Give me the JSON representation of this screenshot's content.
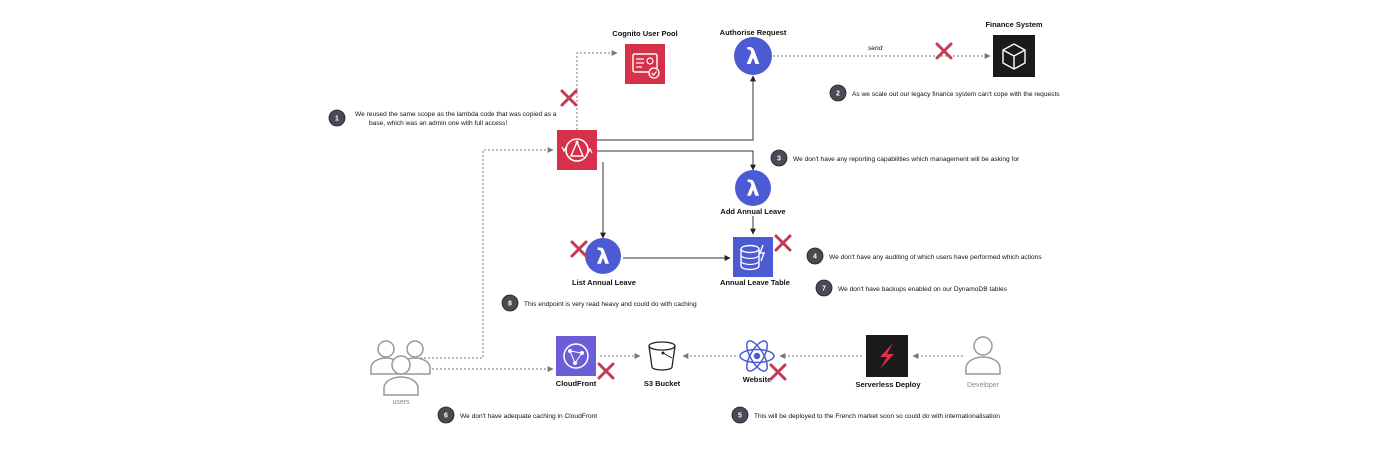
{
  "nodes": {
    "cognito": "Cognito User Pool",
    "authorise": "Authorise Request",
    "finance": "Finance System",
    "add_leave": "Add Annual Leave",
    "list_leave": "List Annual Leave",
    "table": "Annual Leave Table",
    "cloudfront": "CloudFront",
    "s3": "S3 Bucket",
    "website": "Website",
    "serverless": "Serverless Deploy",
    "developer": "Developer",
    "users": "users"
  },
  "edge_labels": {
    "send": "send"
  },
  "notes": [
    {
      "num": "1",
      "lines": [
        "We reused the same scope as the lambda code that was copied as a",
        "base, which was an admin one with full access!"
      ]
    },
    {
      "num": "2",
      "lines": [
        "As we scale out our legacy finance system can't cope with the requests"
      ]
    },
    {
      "num": "3",
      "lines": [
        "We don't have any reporting capabilities which management will be asking for"
      ]
    },
    {
      "num": "4",
      "lines": [
        "We don't have any auditing of which users have performed which actions"
      ]
    },
    {
      "num": "5",
      "lines": [
        "This will be deployed to the French market soon so could do with internationalisation"
      ]
    },
    {
      "num": "6",
      "lines": [
        "We don't have adequate caching in CloudFront"
      ]
    },
    {
      "num": "7",
      "lines": [
        "We don't have backups enabled on our DynamoDB tables"
      ]
    },
    {
      "num": "8",
      "lines": [
        "This endpoint is very read heavy and could do with caching"
      ]
    }
  ],
  "colors": {
    "apigw": "#d6304a",
    "lambda": "#4c5bd4",
    "dynamo": "#4c5bd4",
    "cloudfront": "#6a5fd6",
    "cross": "#c23a55",
    "badge": "#4a4a55",
    "serverless_bg": "#1b1b1b",
    "serverless_bolt": "#e0304a"
  },
  "icons": {
    "apigw": "api-gateway-icon",
    "lambda": "lambda-icon",
    "cognito": "cognito-icon",
    "dynamo": "dynamodb-icon",
    "cloudfront": "cloudfront-icon",
    "s3": "s3-bucket-icon",
    "website": "react-atom-icon",
    "serverless": "serverless-bolt-icon",
    "person": "person-icon",
    "finance": "cube-icon",
    "cross": "cross-mark-icon"
  }
}
